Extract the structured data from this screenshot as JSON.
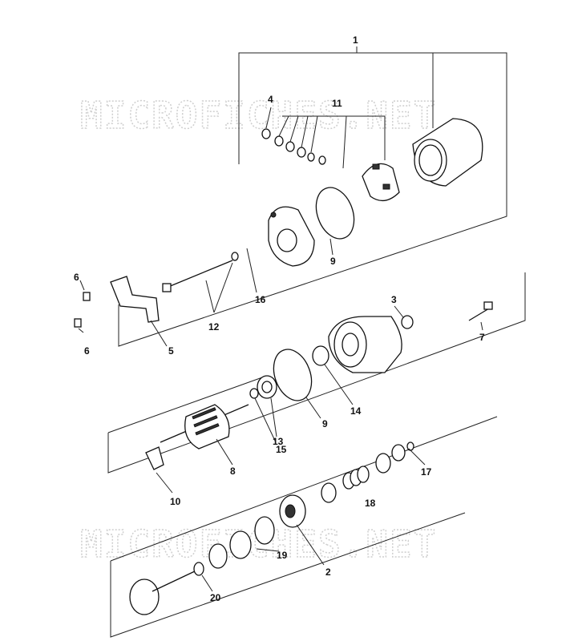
{
  "watermark": "MICROFICHES.NET",
  "callouts": {
    "c1": "1",
    "c2": "2",
    "c3": "3",
    "c4": "4",
    "c5": "5",
    "c6a": "6",
    "c6b": "6",
    "c7": "7",
    "c8": "8",
    "c9a": "9",
    "c9b": "9",
    "c10": "10",
    "c11": "11",
    "c12": "12",
    "c13": "13",
    "c14": "14",
    "c15": "15",
    "c16": "16",
    "c17": "17",
    "c18": "18",
    "c19": "19",
    "c20": "20"
  }
}
